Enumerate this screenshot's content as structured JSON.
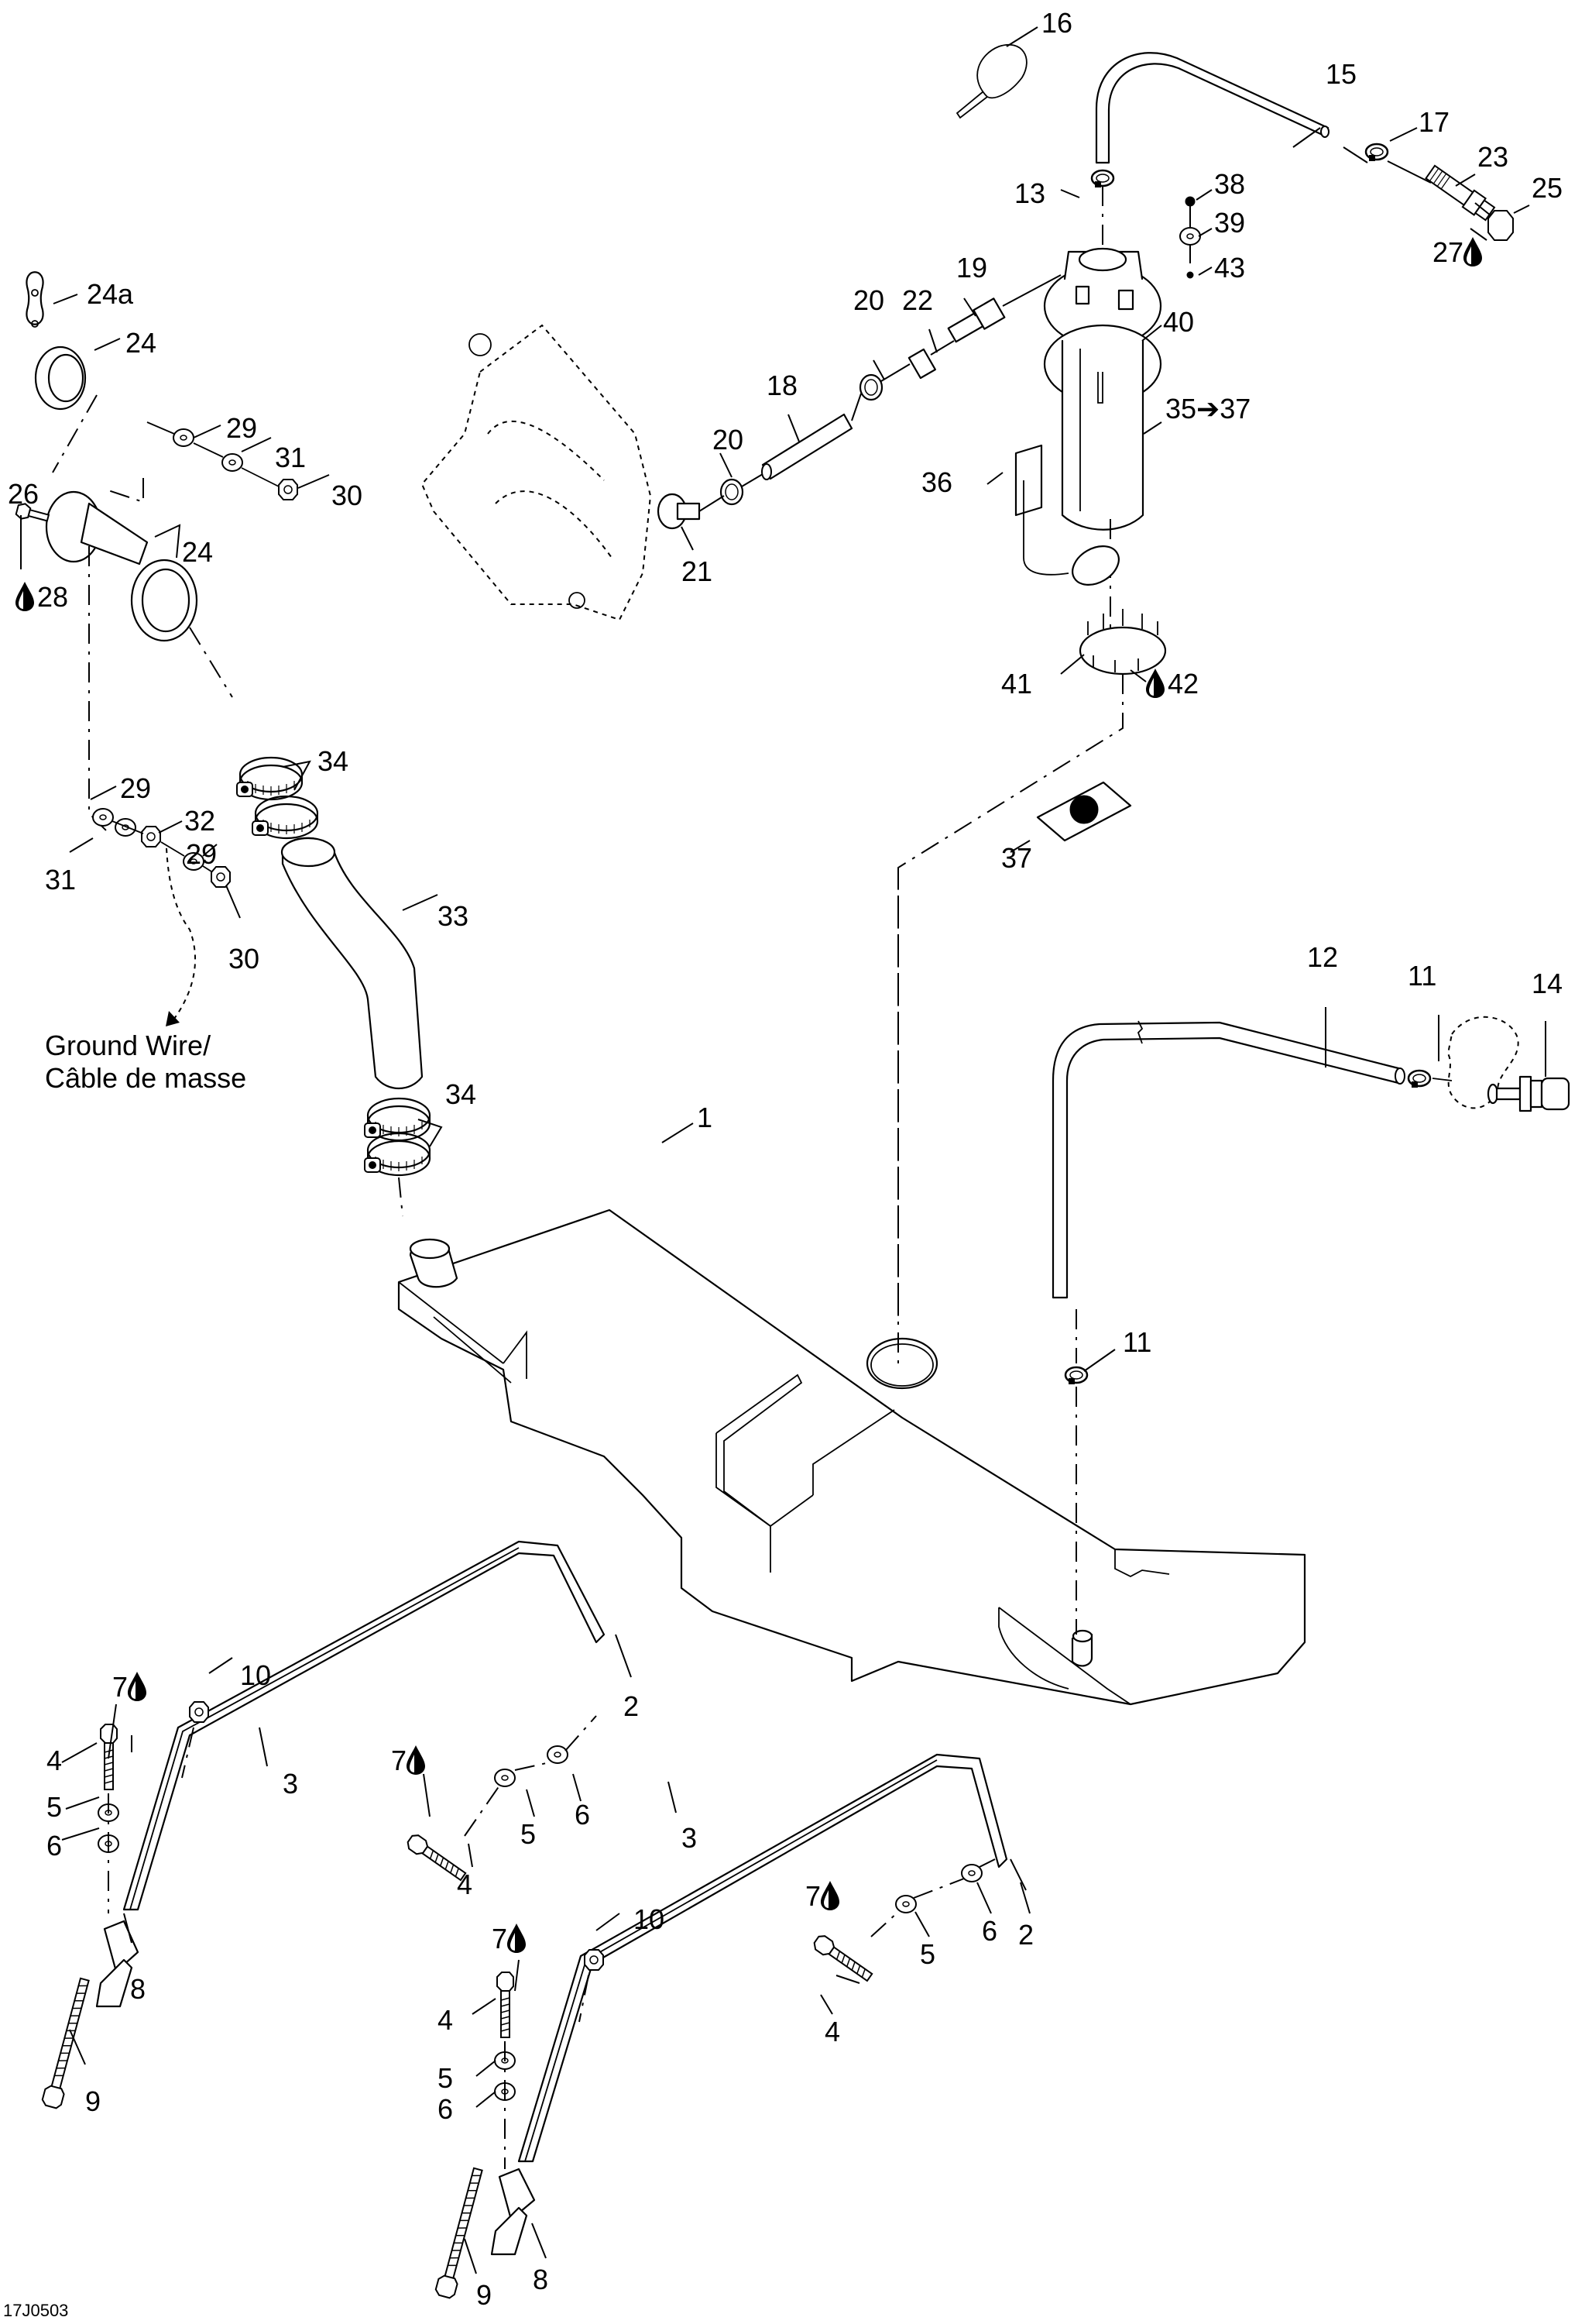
{
  "figure_id": "17J0503",
  "note": {
    "line1": "Ground Wire/",
    "line2": "Câble de masse"
  },
  "legend": {
    "drop_icon": "sealant-drop-icon"
  },
  "callouts": [
    {
      "id": "c1",
      "text": "1"
    },
    {
      "id": "c2a",
      "text": "2"
    },
    {
      "id": "c2b",
      "text": "2"
    },
    {
      "id": "c3a",
      "text": "3"
    },
    {
      "id": "c3b",
      "text": "3"
    },
    {
      "id": "c4a",
      "text": "4"
    },
    {
      "id": "c4b",
      "text": "4"
    },
    {
      "id": "c4c",
      "text": "4"
    },
    {
      "id": "c4d",
      "text": "4"
    },
    {
      "id": "c5a",
      "text": "5"
    },
    {
      "id": "c5b",
      "text": "5"
    },
    {
      "id": "c5c",
      "text": "5"
    },
    {
      "id": "c5d",
      "text": "5"
    },
    {
      "id": "c6a",
      "text": "6"
    },
    {
      "id": "c6b",
      "text": "6"
    },
    {
      "id": "c6c",
      "text": "6"
    },
    {
      "id": "c6d",
      "text": "6"
    },
    {
      "id": "c7a",
      "text": "7",
      "drop": true
    },
    {
      "id": "c7b",
      "text": "7",
      "drop": true
    },
    {
      "id": "c7c",
      "text": "7",
      "drop": true
    },
    {
      "id": "c7d",
      "text": "7",
      "drop": true
    },
    {
      "id": "c8a",
      "text": "8"
    },
    {
      "id": "c8b",
      "text": "8"
    },
    {
      "id": "c9a",
      "text": "9"
    },
    {
      "id": "c9b",
      "text": "9"
    },
    {
      "id": "c10a",
      "text": "10"
    },
    {
      "id": "c10b",
      "text": "10"
    },
    {
      "id": "c11a",
      "text": "11"
    },
    {
      "id": "c11b",
      "text": "11"
    },
    {
      "id": "c12",
      "text": "12"
    },
    {
      "id": "c13",
      "text": "13"
    },
    {
      "id": "c14",
      "text": "14"
    },
    {
      "id": "c15",
      "text": "15"
    },
    {
      "id": "c16",
      "text": "16"
    },
    {
      "id": "c17",
      "text": "17"
    },
    {
      "id": "c18",
      "text": "18"
    },
    {
      "id": "c19",
      "text": "19"
    },
    {
      "id": "c20a",
      "text": "20"
    },
    {
      "id": "c20b",
      "text": "20"
    },
    {
      "id": "c21",
      "text": "21"
    },
    {
      "id": "c22",
      "text": "22"
    },
    {
      "id": "c23",
      "text": "23"
    },
    {
      "id": "c24a",
      "text": "24a"
    },
    {
      "id": "c24b",
      "text": "24"
    },
    {
      "id": "c24c",
      "text": "24"
    },
    {
      "id": "c25",
      "text": "25"
    },
    {
      "id": "c26",
      "text": "26"
    },
    {
      "id": "c27",
      "text": "27",
      "drop": true
    },
    {
      "id": "c28",
      "text": "28",
      "drop": true,
      "drop_before": true
    },
    {
      "id": "c29a",
      "text": "29"
    },
    {
      "id": "c29b",
      "text": "29"
    },
    {
      "id": "c29c",
      "text": "29"
    },
    {
      "id": "c30a",
      "text": "30"
    },
    {
      "id": "c30b",
      "text": "30"
    },
    {
      "id": "c31a",
      "text": "31"
    },
    {
      "id": "c31b",
      "text": "31"
    },
    {
      "id": "c32",
      "text": "32"
    },
    {
      "id": "c33",
      "text": "33"
    },
    {
      "id": "c34a",
      "text": "34"
    },
    {
      "id": "c34b",
      "text": "34"
    },
    {
      "id": "c35",
      "text": "35➔37"
    },
    {
      "id": "c36",
      "text": "36"
    },
    {
      "id": "c37",
      "text": "37"
    },
    {
      "id": "c38",
      "text": "38"
    },
    {
      "id": "c39",
      "text": "39"
    },
    {
      "id": "c40",
      "text": "40"
    },
    {
      "id": "c41",
      "text": "41"
    },
    {
      "id": "c42",
      "text": "42",
      "drop": true,
      "drop_before": true
    },
    {
      "id": "c43",
      "text": "43"
    }
  ]
}
